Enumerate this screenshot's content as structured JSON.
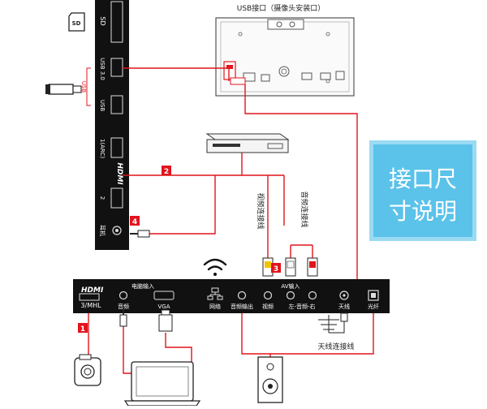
{
  "tv_top_label": "USB接口（摄像头安装口）",
  "side_panel": {
    "sd": "SD",
    "usb30": "USB 3.0",
    "usb": "USB",
    "usb_side": "USB",
    "hdmi1": "1(ARC)",
    "hdmi_logo": "HDMI",
    "hdmi2": "2",
    "earphone": "耳机"
  },
  "bottom_panel": {
    "hdmi_logo": "HDMI",
    "hdmi3": "3/MHL",
    "pc_input_group": "电脑输入",
    "audio": "音频",
    "vga": "VGA",
    "network": "网络",
    "audio_out": "音频输出",
    "av_input_group": "AV输入",
    "video": "视频",
    "lr_audio": "左-音频-右",
    "antenna": "天线",
    "optical": "光纤"
  },
  "cable_labels": {
    "video_cable": "视频连接线",
    "audio_cable": "音频连接线",
    "antenna_cable": "天线连接线"
  },
  "badges": [
    "1",
    "2",
    "3",
    "4"
  ],
  "info_box": {
    "line1": "接口尺",
    "line2": "寸说明"
  },
  "colors": {
    "wire": "#e2141c",
    "panel": "#111111",
    "info_bg": "#5bc2ea",
    "info_border": "#9adaf3"
  }
}
